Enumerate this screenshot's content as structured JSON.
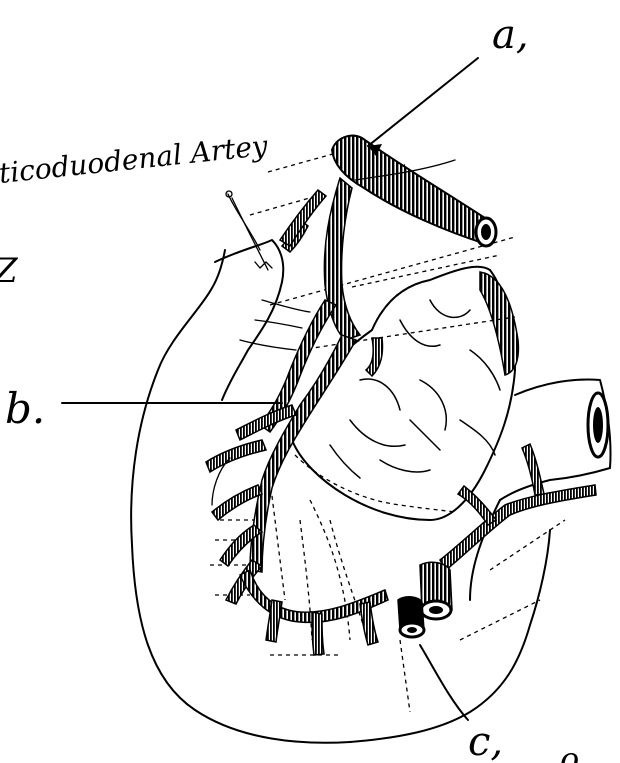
{
  "labels": {
    "a": "a,",
    "b": "b.",
    "c": "c,",
    "artery": "ticoduodenal Artey",
    "mark_left": "Z"
  },
  "colors": {
    "ink": "#000000",
    "paper": "#ffffff"
  }
}
